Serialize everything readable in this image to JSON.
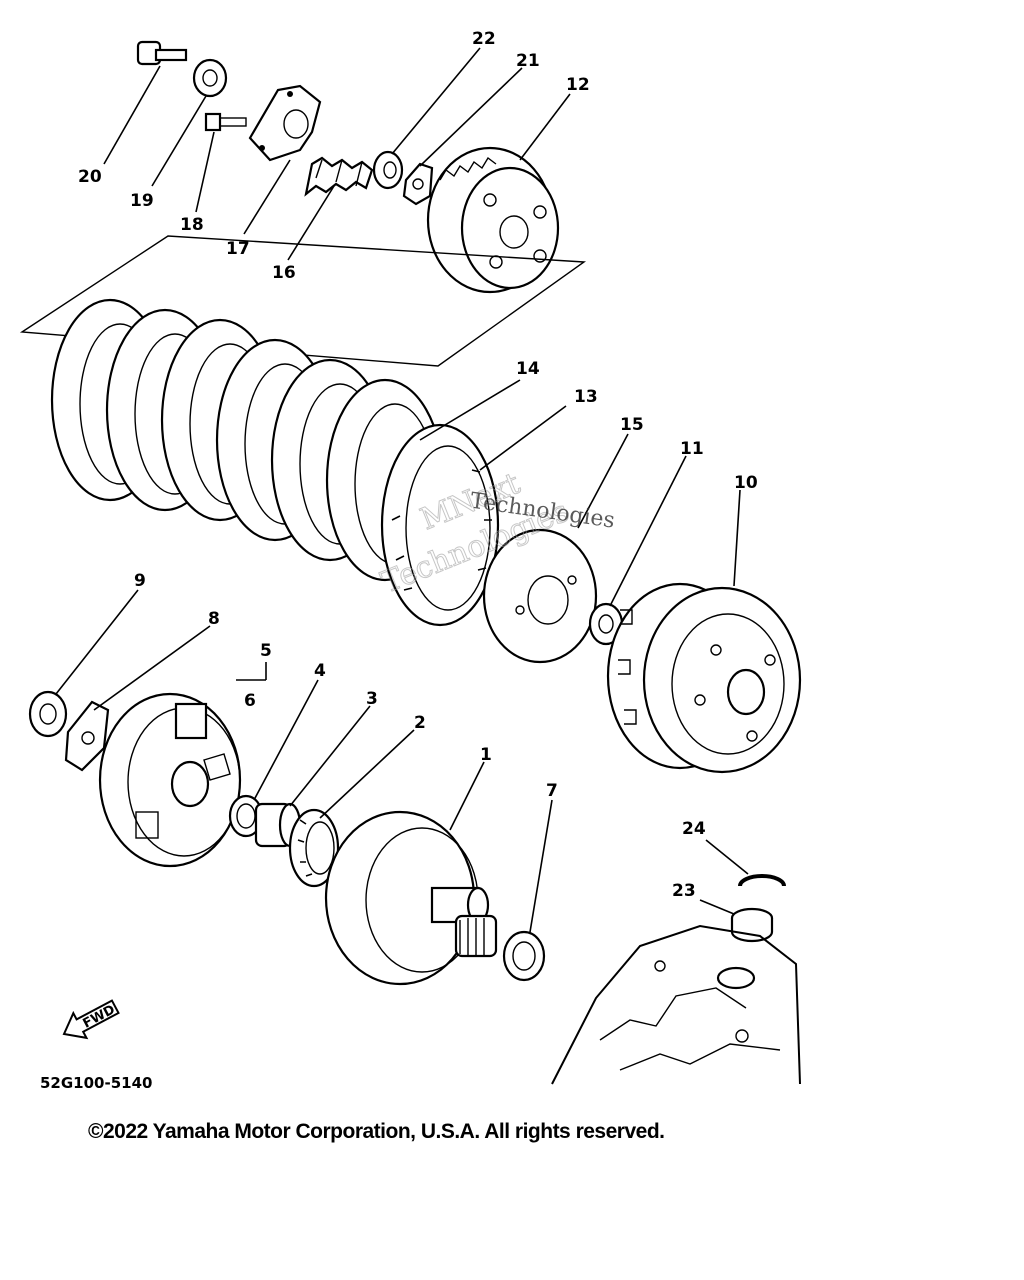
{
  "diagram": {
    "callouts": [
      "1",
      "2",
      "3",
      "4",
      "5",
      "6",
      "7",
      "8",
      "9",
      "10",
      "11",
      "12",
      "13",
      "14",
      "15",
      "16",
      "17",
      "18",
      "19",
      "20",
      "21",
      "22",
      "23",
      "24"
    ],
    "fwd_label": "FWD",
    "part_code": "52G100-5140",
    "watermark_line1": "MNext",
    "watermark_line2": "Technologies",
    "watermark_line3": "Technologies"
  },
  "footer": {
    "copyright": "©2022 Yamaha Motor Corporation, U.S.A. All rights reserved."
  }
}
